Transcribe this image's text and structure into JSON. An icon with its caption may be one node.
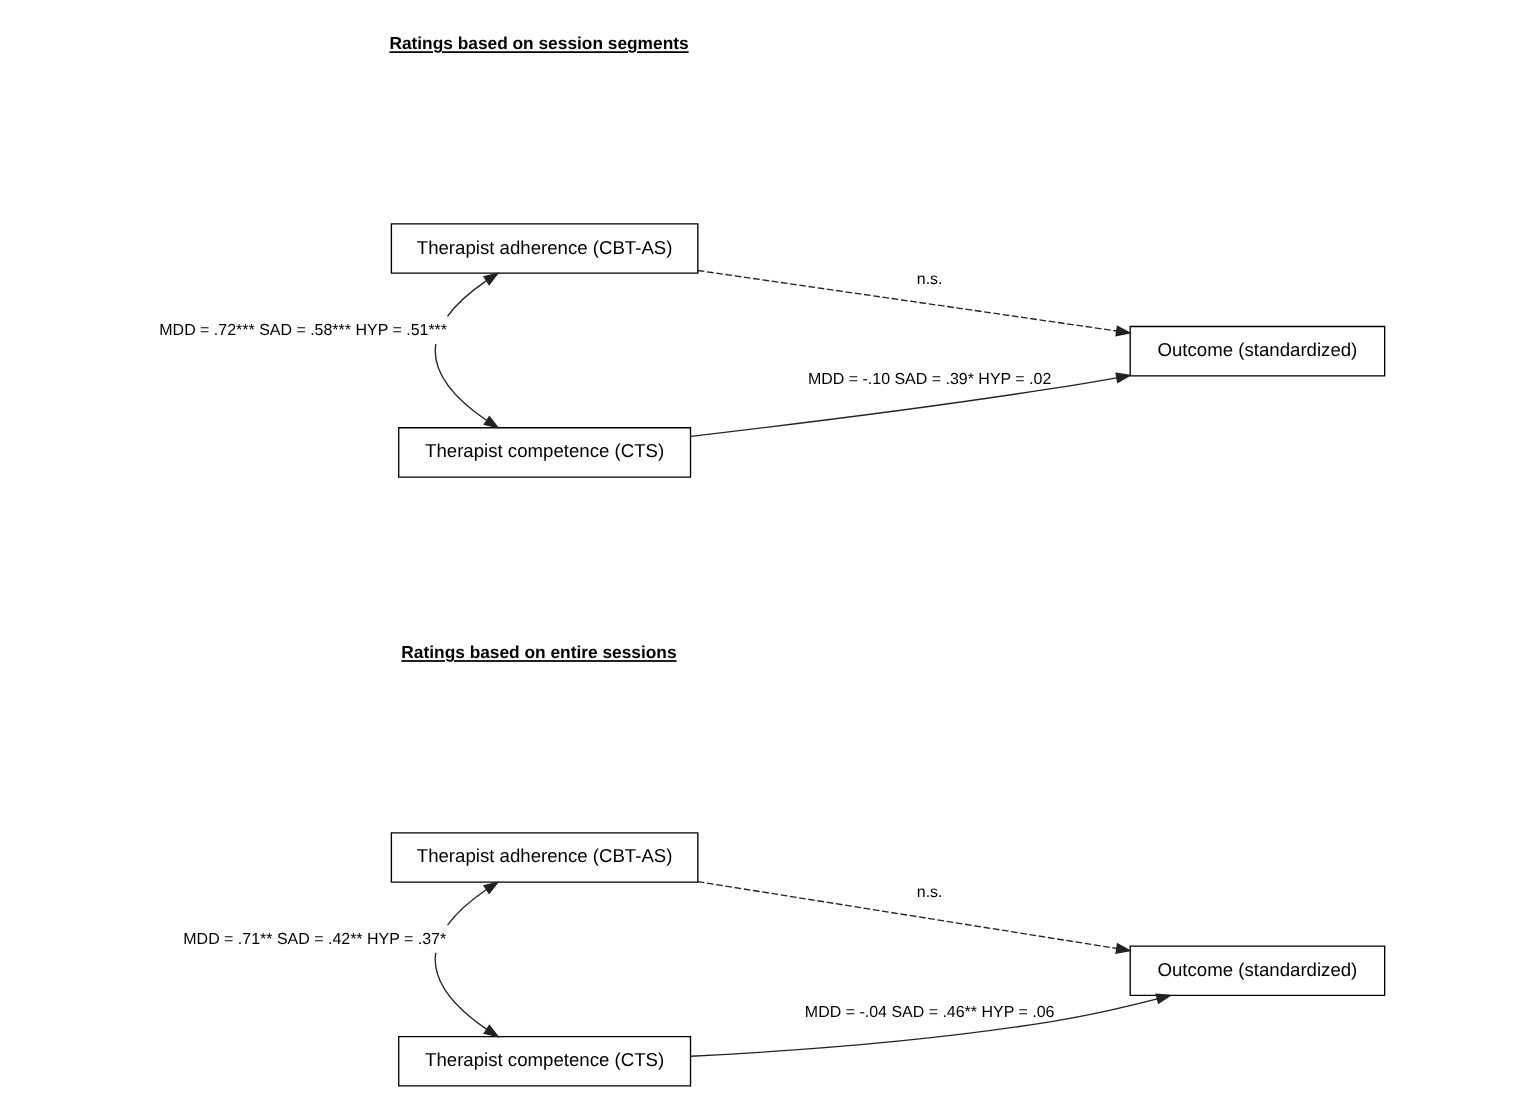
{
  "diagram": {
    "nodes": [
      {
        "text": [
          "Therapist adherence (CBT-AS)"
        ]
      },
      {
        "text": [
          "Therapist competence (CTS)"
        ]
      },
      {
        "text": [
          "Outcome (standardized)"
        ]
      },
      {
        "text": [
          "Therapist adherence (CBT-AS)"
        ]
      },
      {
        "text": [
          "Therapist competence (CTS)"
        ]
      },
      {
        "text": [
          "Outcome (standardized)"
        ]
      }
    ],
    "edges": [
      {
        "from": 0,
        "to": 1,
        "arrow": "both",
        "label": "MDD = .72*** SAD = .58*** HYP = .51***"
      },
      {
        "from": 0,
        "to": 2,
        "arrow": "to",
        "style": "dashed",
        "label": "n.s."
      },
      {
        "from": 1,
        "to": 2,
        "arrow": "to",
        "label": "MDD = -.10 SAD = .39* HYP = .02"
      },
      {
        "from": 3,
        "to": 4,
        "arrow": "both",
        "label": "MDD = .71** SAD = .42** HYP = .37*"
      },
      {
        "from": 3,
        "to": 5,
        "arrow": "to",
        "style": "dashed",
        "label": "n.s."
      },
      {
        "from": 4,
        "to": 5,
        "arrow": "to",
        "label": "MDD = -.04 SAD = .46** HYP = .06"
      }
    ],
    "labels": [
      "Ratings based on session segments",
      "Ratings based on entire sessions"
    ]
  }
}
